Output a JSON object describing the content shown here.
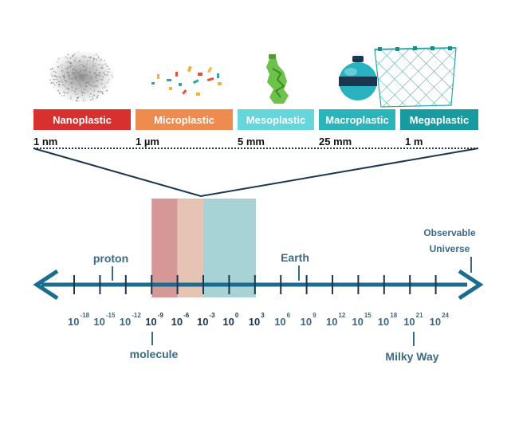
{
  "categories": [
    {
      "label": "Nanoplastic",
      "color": "#d8302f"
    },
    {
      "label": "Microplastic",
      "color": "#f08b4f"
    },
    {
      "label": "Mesoplastic",
      "color": "#66d6dd"
    },
    {
      "label": "Macroplastic",
      "color": "#2bb5bb"
    },
    {
      "label": "Megaplastic",
      "color": "#179aa0"
    }
  ],
  "size_labels": [
    "1 nm",
    "1 µm",
    "5 mm",
    "25 mm",
    "1 m"
  ],
  "scale": {
    "base": "10",
    "exponents": [
      "-18",
      "-15",
      "-12",
      "-9",
      "-6",
      "-3",
      "0",
      "3",
      "6",
      "9",
      "12",
      "15",
      "18",
      "21",
      "24"
    ],
    "axis_color": "#1a6d8f",
    "highlighted_exponents": [
      "-9",
      "-6",
      "-3",
      "0",
      "3"
    ]
  },
  "highlight_bands": [
    {
      "from_exp": -9,
      "to_exp": -6,
      "color": "#d28c8c"
    },
    {
      "from_exp": -6,
      "to_exp": -3,
      "color": "#e3bcaa"
    },
    {
      "from_exp": -3,
      "to_exp": 1,
      "color": "#9dcdd2"
    }
  ],
  "annotations": {
    "proton": "proton",
    "earth": "Earth",
    "observable_universe_1": "Observable",
    "observable_universe_2": "Universe",
    "molecule": "molecule",
    "milky_way": "Milky Way"
  },
  "icons": [
    "nanoparticle-cloud-icon",
    "microplastic-fragments-icon",
    "crushed-bottle-icon",
    "buoy-icon",
    "fishing-net-icon"
  ]
}
